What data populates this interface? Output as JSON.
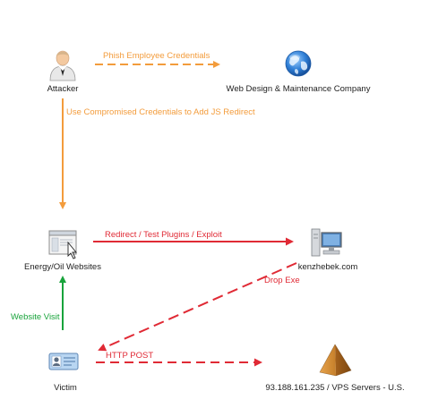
{
  "nodes": {
    "attacker": {
      "label": "Attacker",
      "icon": "attacker-person-icon"
    },
    "web_company": {
      "label": "Web Design & Maintenance Company",
      "icon": "globe-icon"
    },
    "websites": {
      "label": "Energy/Oil Websites",
      "icon": "webpage-cursor-icon"
    },
    "kenzhebek": {
      "label": "kenzhebek.com",
      "icon": "server-computer-icon"
    },
    "victim": {
      "label": "Victim",
      "icon": "id-card-icon"
    },
    "vps": {
      "label": "93.188.161.235 / VPS Servers - U.S.",
      "icon": "pyramid-icon"
    }
  },
  "edges": {
    "phish": {
      "label": "Phish Employee Credentials",
      "color": "#f39c3c",
      "style": "dashed"
    },
    "js_redirect": {
      "label": "Use Compromised Credentials to Add JS Redirect",
      "color": "#f39c3c",
      "style": "solid"
    },
    "redirect": {
      "label": "Redirect / Test Plugins / Exploit",
      "color": "#e02a35",
      "style": "solid"
    },
    "drop_exe": {
      "label": "Drop Exe",
      "color": "#e02a35",
      "style": "dashed"
    },
    "website_visit": {
      "label": "Website Visit",
      "color": "#19a33b",
      "style": "solid"
    },
    "http_post": {
      "label": "HTTP POST",
      "color": "#e02a35",
      "style": "dashed"
    }
  }
}
